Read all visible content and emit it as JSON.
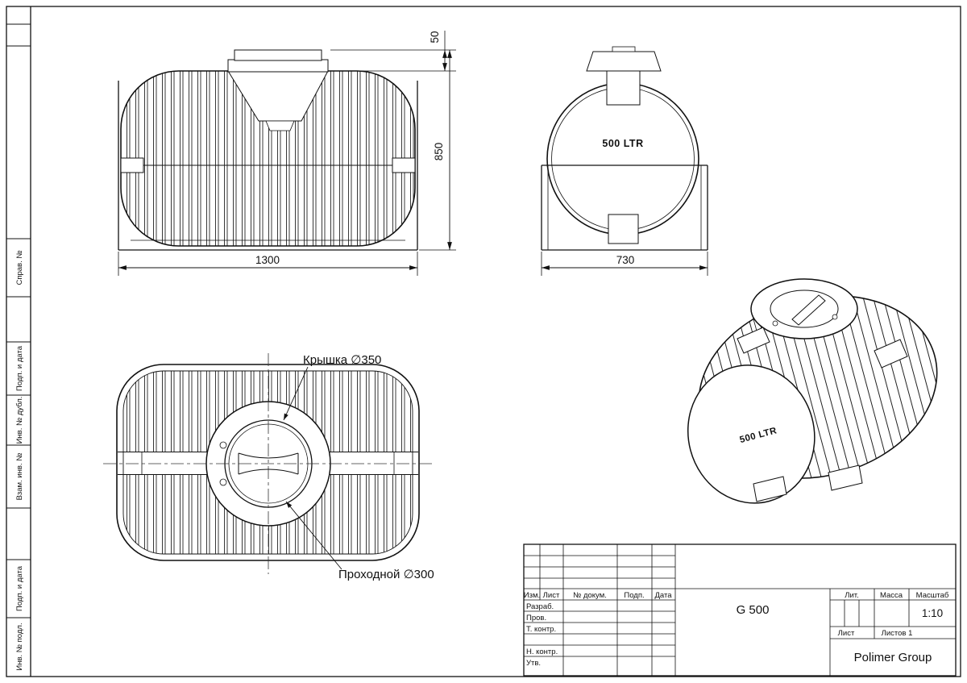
{
  "frame": {
    "sprav_no": "Справ. №",
    "podp_i_data_upper": "Подп. и дата",
    "inv_no_dubl": "Инв. № дубл.",
    "vzam_inv_no": "Взам. инв. №",
    "podp_i_data_lower": "Подп. и дата",
    "inv_no_podl": "Инв. № подл."
  },
  "front_view": {
    "width_mm": "1300",
    "height_mm": "850",
    "lid_height_mm": "50"
  },
  "side_view": {
    "volume_label": "500 LTR",
    "width_mm": "730"
  },
  "top_view": {
    "lid_callout": "Крышка ∅350",
    "pass_callout": "Проходной ∅300"
  },
  "iso_view": {
    "volume_label": "500 LTR"
  },
  "title_block": {
    "col_izm": "Изм.",
    "col_list": "Лист",
    "col_dok": "№ докум.",
    "col_podp": "Подп.",
    "col_data": "Дата",
    "row_razrab": "Разраб.",
    "row_prov": "Пров.",
    "row_tkontr": "Т. контр.",
    "row_nkontr": "Н. контр.",
    "row_utv": "Утв.",
    "designation": "G 500",
    "lit_label": "Лит.",
    "mass_label": "Масса",
    "scale_label": "Масштаб",
    "scale_value": "1:10",
    "sheet_label": "Лист",
    "sheets_label": "Листов 1",
    "company": "Polimer Group"
  },
  "colors": {
    "line": "#111111",
    "background": "#ffffff"
  }
}
